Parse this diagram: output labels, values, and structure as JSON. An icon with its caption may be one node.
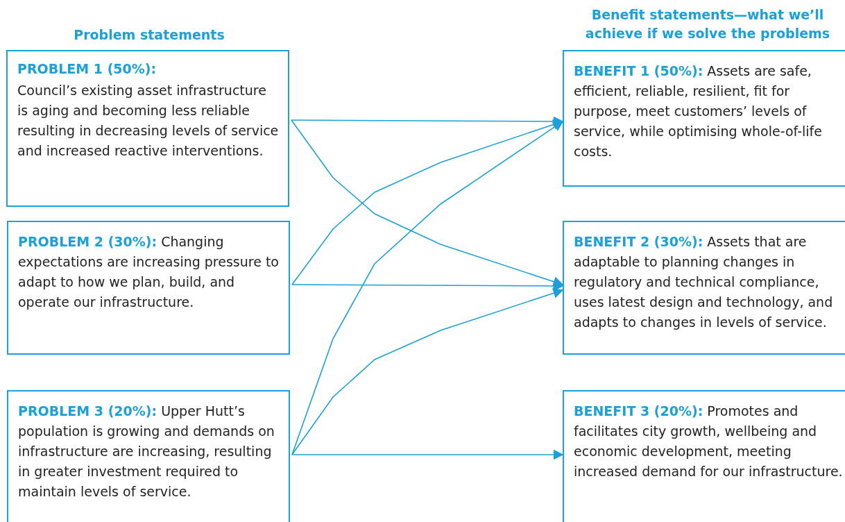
{
  "diagram": {
    "nodes": [
      {
        "text": [
          "PROBLEM 1 (50%):",
          "Council’s existing asset infrastructure is aging and becoming less reliable resulting in decreasing levels of service and increased reactive interventions."
        ]
      },
      {
        "text": [
          "PROBLEM 2 (30%):",
          "Changing expectations are increasing pressure to adapt to how we plan, build, and operate our infrastructure."
        ]
      },
      {
        "text": [
          "PROBLEM 3 (20%):",
          "Upper Hutt’s population is growing and demands on infrastructure are increasing, resulting in greater investment required to maintain levels of service."
        ]
      },
      {
        "text": [
          "BENEFIT 1 (50%):",
          "Assets are safe, efficient, reliable, resilient, fit for purpose, meet customers’ levels of service, while optimising whole-of-life costs."
        ]
      },
      {
        "text": [
          "BENEFIT 2 (30%):",
          "Assets that are adaptable to planning changes in regulatory and technical compliance, uses latest design and technology, and adapts to changes in levels of service."
        ]
      },
      {
        "text": [
          "BENEFIT 3 (20%):",
          "Promotes and facilitates city growth, wellbeing and economic development, meeting increased demand for our infrastructure."
        ]
      }
    ],
    "edges": [
      {
        "from": 0,
        "to": 3,
        "arrow": "to"
      },
      {
        "from": 0,
        "to": 4,
        "arrow": "to"
      },
      {
        "from": 1,
        "to": 3,
        "arrow": "to"
      },
      {
        "from": 1,
        "to": 4,
        "arrow": "to"
      },
      {
        "from": 2,
        "to": 3,
        "arrow": "to"
      },
      {
        "from": 2,
        "to": 4,
        "arrow": "to"
      },
      {
        "from": 2,
        "to": 5,
        "arrow": "to"
      }
    ],
    "labels": [
      "Problem statements",
      "Benefit statements—what we’ll achieve if we solve the problems"
    ]
  }
}
